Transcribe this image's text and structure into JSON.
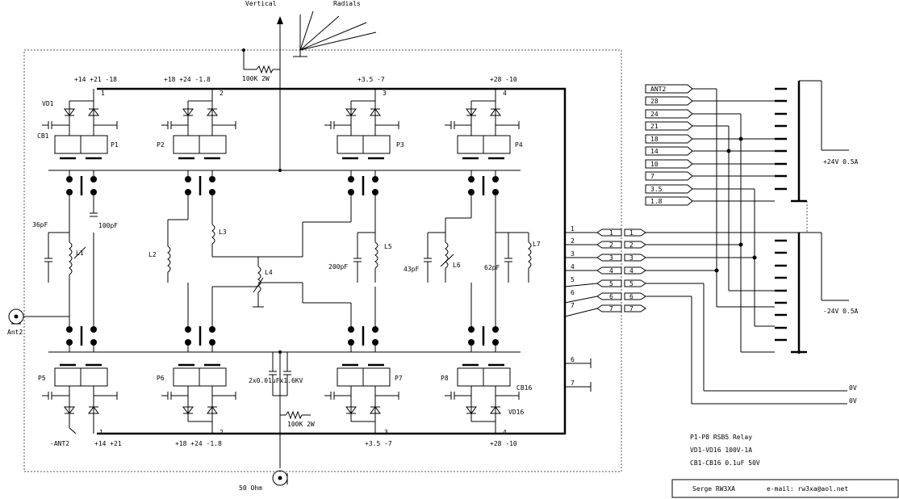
{
  "labels": {
    "vertical": "Vertical",
    "radials": "Radials",
    "top_res": "100K 2W",
    "bot_res": "100K 2W",
    "bot_cap": "2x0.01uFx1.6KV",
    "coax_out": "50 Ohm",
    "ant_in": "Ant2",
    "vd1": "VD1",
    "vd16": "VD16",
    "cb1": "CB1",
    "cb16": "CB16",
    "ant2_pin": "-ANT2",
    "plus24": "+24V 0.5A",
    "minus24": "-24V 0.5A",
    "zero1": "0V",
    "zero2": "0V",
    "note1": "P1-P8  RSB5 Relay",
    "note2": "VD1-VD16 100V-1A",
    "note3": "CB1-CB16 0.1uF 50V",
    "author": "Serge RW3XA",
    "email": "e-mail: rw3xa@aol.net"
  },
  "top_relays": [
    {
      "name": "P1",
      "bands": "+14 +21 -18",
      "pin": "1"
    },
    {
      "name": "P2",
      "bands": "+18 +24 -1.8",
      "pin": "2"
    },
    {
      "name": "P3",
      "bands": "+3.5 -7",
      "pin": "3"
    },
    {
      "name": "P4",
      "bands": "+28 -10",
      "pin": "4"
    }
  ],
  "bottom_relays": [
    {
      "name": "P5",
      "bands": "+14 +21",
      "pin": "1"
    },
    {
      "name": "P6",
      "bands": "+18 +24 -1.8",
      "pin": "2"
    },
    {
      "name": "P7",
      "bands": "+3.5 -7",
      "pin": "3"
    },
    {
      "name": "P8",
      "bands": "+28 -10",
      "pin": "4"
    }
  ],
  "components": {
    "l1": "L1",
    "l2": "L2",
    "l3": "L3",
    "l4": "L4",
    "l5": "L5",
    "l6": "L6",
    "l7": "L7",
    "c36": "36pF",
    "c100": "100pF",
    "c200": "200pF",
    "c43": "43pF",
    "c62": "62pF"
  },
  "connector_pins": [
    "1",
    "2",
    "3",
    "4",
    "5",
    "6",
    "7"
  ],
  "selector_bands": [
    "ANT2",
    "28",
    "24",
    "21",
    "18",
    "14",
    "10",
    "7",
    "3.5",
    "1.8"
  ]
}
